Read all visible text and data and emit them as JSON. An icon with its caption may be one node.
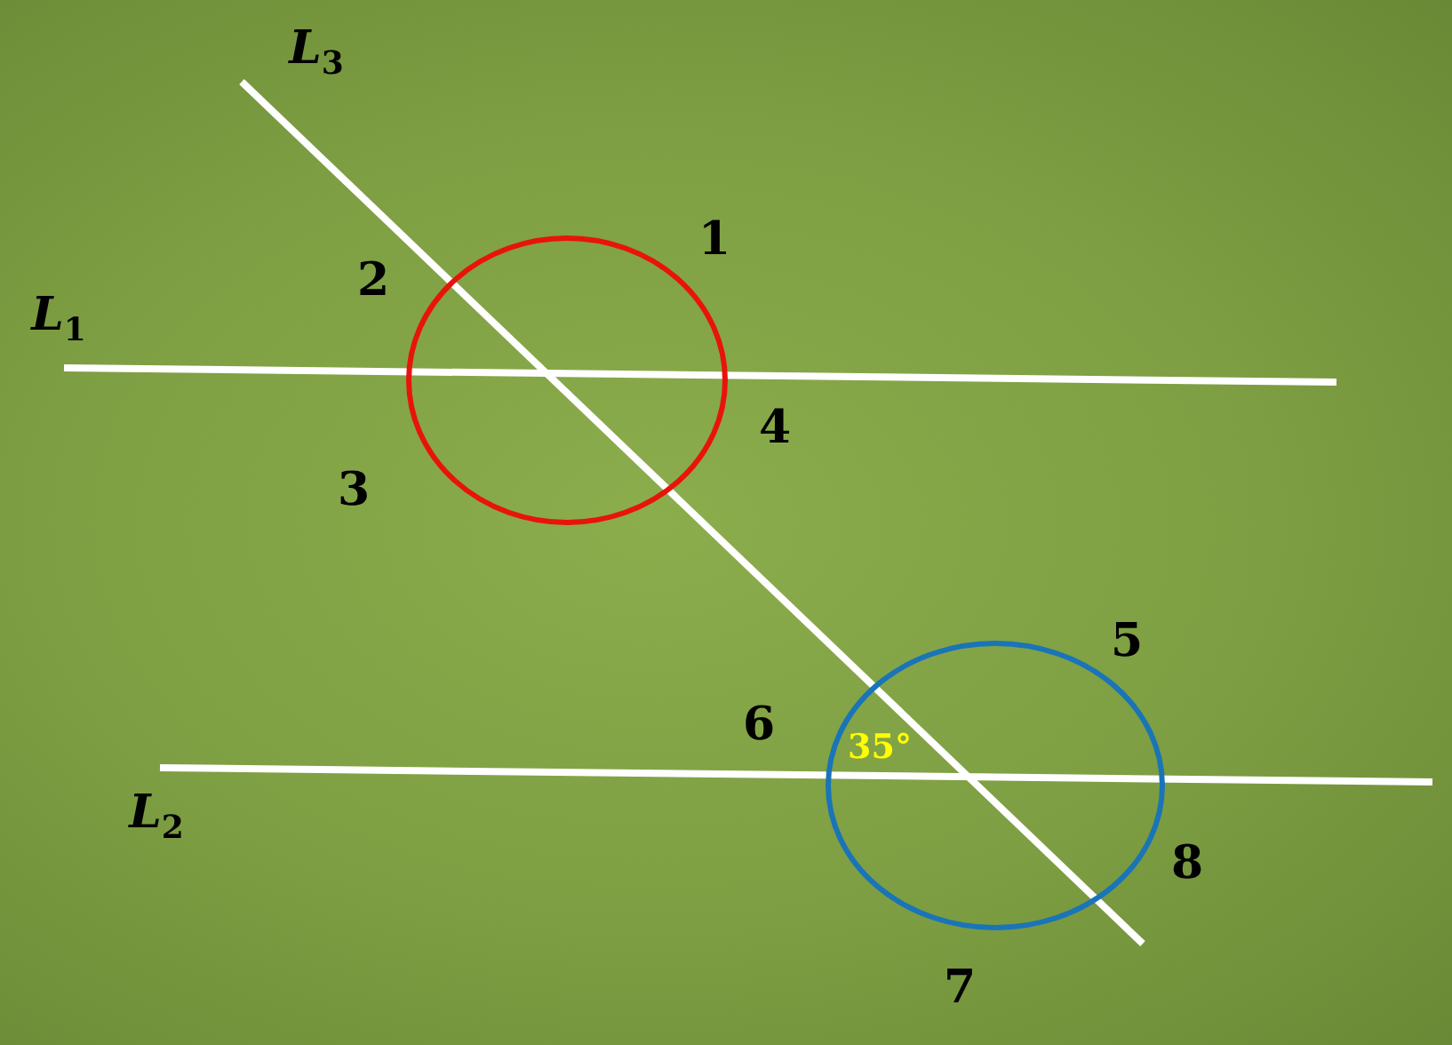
{
  "diagram": {
    "labels": [
      "*L*$_{3}$",
      "1",
      "2",
      "*L*$_{1}$",
      "4",
      "3",
      "5",
      "6",
      "35°",
      "*L*$_{2}$",
      "8",
      "7"
    ]
  }
}
